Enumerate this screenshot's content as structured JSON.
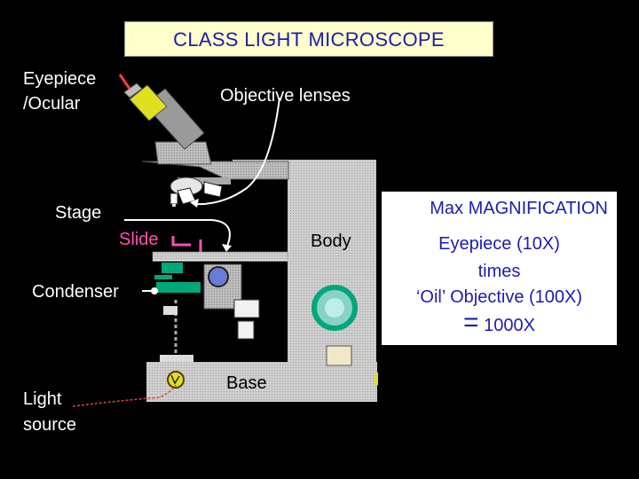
{
  "title": "CLASS LIGHT MICROSCOPE",
  "labels": {
    "eyepiece_line1": "Eyepiece",
    "eyepiece_line2": "/Ocular",
    "objective_lenses": "Objective  lenses",
    "stage": "Stage",
    "slide": "Slide",
    "condenser": "Condenser",
    "light_line1": "Light",
    "light_line2": "source",
    "body": "Body",
    "base": "Base"
  },
  "max_magnification": {
    "heading": "Max MAGNIFICATION",
    "line1": "Eyepiece (10X)",
    "line2": "times",
    "line3": "‘Oil’ Objective (100X)",
    "result_sign": "=",
    "result_value": "1000X"
  },
  "colors": {
    "background": "#000000",
    "title_box": "#ffffcc",
    "title_text": "#1c1cb0",
    "microscope_body": "#c4c4c4",
    "accent_green": "#00a77a",
    "eyepiece_yellow": "#e0e020",
    "slide_pink": "#ff4fb0"
  }
}
